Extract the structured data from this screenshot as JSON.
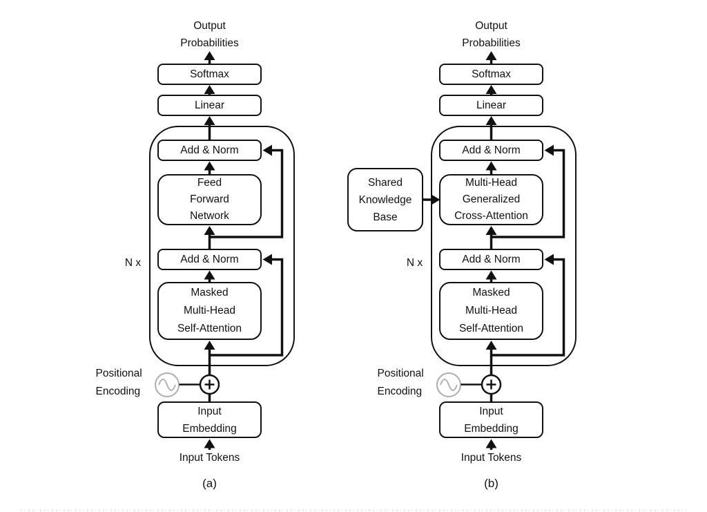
{
  "colors": {
    "line": "#111111",
    "box_border": "#111111",
    "text": "#111111",
    "positional_circle": "#b3b3b3",
    "background": "#ffffff"
  },
  "icons": {
    "positional_encoding_symbol": "sine-wave-icon",
    "add_symbol": "circle-plus-icon",
    "flow_arrows": "arrow-up-icon",
    "residual_arrows": "arrow-left-icon"
  },
  "diagrams": [
    {
      "caption": "(a)",
      "output_label": [
        "Output",
        "Probabilities"
      ],
      "softmax_label": "Softmax",
      "linear_label": "Linear",
      "add_norm_top_label": "Add & Norm",
      "mid_block_label": [
        "Feed",
        "Forward",
        "Network"
      ],
      "add_norm_bottom_label": "Add & Norm",
      "self_attention_label": [
        "Masked",
        "Multi-Head",
        "Self-Attention"
      ],
      "n_x_label": "N x",
      "positional_encoding_label": [
        "Positional",
        "Encoding"
      ],
      "input_embedding_label": [
        "Input",
        "Embedding"
      ],
      "input_tokens_label": "Input Tokens"
    },
    {
      "caption": "(b)",
      "output_label": [
        "Output",
        "Probabilities"
      ],
      "softmax_label": "Softmax",
      "linear_label": "Linear",
      "add_norm_top_label": "Add & Norm",
      "knowledge_base_label": [
        "Shared",
        "Knowledge",
        "Base"
      ],
      "mid_block_label": [
        "Multi-Head",
        "Generalized",
        "Cross-Attention"
      ],
      "add_norm_bottom_label": "Add & Norm",
      "self_attention_label": [
        "Masked",
        "Multi-Head",
        "Self-Attention"
      ],
      "n_x_label": "N x",
      "positional_encoding_label": [
        "Positional",
        "Encoding"
      ],
      "input_embedding_label": [
        "Input",
        "Embedding"
      ],
      "input_tokens_label": "Input Tokens"
    }
  ]
}
